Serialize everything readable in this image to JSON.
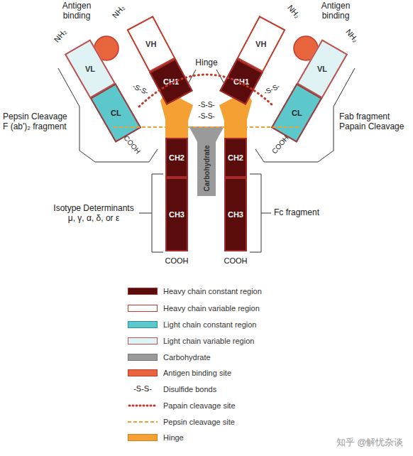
{
  "diagram": {
    "nodes": [
      {
        "text": [
          "VH"
        ]
      },
      {
        "text": [
          "VH"
        ]
      },
      {
        "text": [
          "CH1"
        ]
      },
      {
        "text": [
          "CH1"
        ]
      },
      {
        "text": [
          "VL"
        ]
      },
      {
        "text": [
          "VL"
        ]
      },
      {
        "text": [
          "CL"
        ]
      },
      {
        "text": [
          "CL"
        ]
      },
      {
        "text": [
          "Carbohydrate"
        ]
      },
      {
        "text": [
          "CH2"
        ]
      },
      {
        "text": [
          "CH2"
        ]
      },
      {
        "text": [
          "CH3"
        ]
      },
      {
        "text": [
          "CH3"
        ]
      }
    ],
    "labels": [
      "Antigen binding",
      "Antigen binding",
      "NH₂",
      "NH₂",
      "NH₂",
      "NH₂",
      "Hinge",
      "-S-S-",
      "-S-S-",
      "-S-S-",
      "-S-S-",
      "Pepsin Cleavage F (ab')₂ fragment",
      "Fab fragment Papain Cleavage",
      "COOH",
      "COOH",
      "Isotype Determinants μ, γ, α, δ, or ε",
      "Fc fragment",
      "COOH",
      "COOH",
      "-S-S-",
      "知乎 @解忧杂谈"
    ],
    "legend": [
      {
        "text": "Heavy chain constant region",
        "color": "#5a0c0c"
      },
      {
        "text": "Heavy chain variable region",
        "color": "#ffffff"
      },
      {
        "text": "Light chain constant region",
        "color": "#5cc8cc"
      },
      {
        "text": "Light chain variable region",
        "color": "#dff2f4"
      },
      {
        "text": "Carbohydrate",
        "color": "#9a9a9a"
      },
      {
        "text": "Antigen binding site",
        "color": "#e8643c"
      },
      {
        "text": "Disulfide bonds"
      },
      {
        "text": "Papain cleavage site"
      },
      {
        "text": "Pepsin cleavage site"
      },
      {
        "text": "Hinge",
        "color": "#f5a033"
      }
    ]
  }
}
